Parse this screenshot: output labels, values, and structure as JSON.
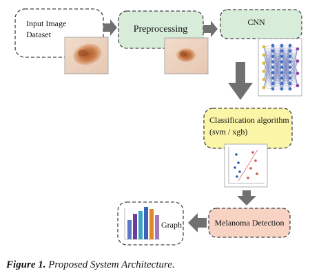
{
  "nodes": {
    "input": {
      "line1": "Input Image",
      "line2": "Dataset"
    },
    "preprocessing": {
      "label": "Preprocessing",
      "fill": "#d7ecd9"
    },
    "cnn": {
      "label": "CNN",
      "fill": "#d7ecd9"
    },
    "classification": {
      "line1": "Classification algorithm",
      "line2": "(svm / xgb)",
      "fill": "#fbf5a8"
    },
    "melanoma": {
      "label": "Melanoma Detection",
      "fill": "#f8d3c4"
    },
    "graph": {
      "label": "Graph"
    }
  },
  "colors": {
    "arrow": "#707070",
    "border": "#444444"
  },
  "icons": [
    "skin-lesion-image",
    "skin-lesion-image",
    "neural-network-image",
    "scatter-plot-image",
    "bar-chart-image"
  ],
  "caption": {
    "figure_label": "Figure 1.",
    "text": " Proposed System Architecture."
  }
}
